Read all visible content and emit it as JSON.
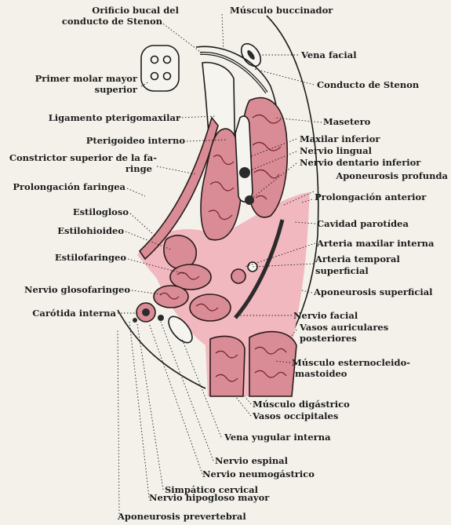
{
  "labels": {
    "orificio": "Orificio bucal del",
    "orificio2": "conducto de Stenon",
    "buccinador": "Músculo buccinador",
    "vena_facial": "Vena facial",
    "primer_molar": "Primer molar mayor",
    "primer_molar2": "superior",
    "conducto_stenon": "Conducto de Stenon",
    "ligamento": "Ligamento pterigomaxilar",
    "masetero": "Masetero",
    "pterigoideo": "Pterigoideo interno",
    "maxilar_inferior": "Maxilar inferior",
    "nervio_lingual": "Nervio lingual",
    "nervio_dentario": "Nervio dentario inferior",
    "constrictor": "Constrictor superior de la fa-",
    "constrictor2": "ringe",
    "aponeurosis_profunda": "Aponeurosis profunda",
    "prolongacion_faringea": "Prolongación faringea",
    "prolongacion_anterior": "Prolongación anterior",
    "estilogloso": "Estilogloso",
    "cavidad_parotidea": "Cavidad parotídea",
    "estilohioideo": "Estilohioideo",
    "arteria_maxilar": "Arteria maxilar interna",
    "estilofaringeo": "Estilofaringeo",
    "arteria_temporal": "Arteria temporal",
    "arteria_temporal2": "superficial",
    "nervio_glosofaringeo": "Nervio glosofaringeo",
    "aponeurosis_superficial": "Aponeurosis superficial",
    "carotida": "Carótida interna",
    "nervio_facial": "Nervio facial",
    "vasos_auriculares": "Vasos auriculares",
    "vasos_auriculares2": "posteriores",
    "esternocleido": "Músculo esternocleido-",
    "esternocleido2": "mastoideo",
    "digastrico": "Músculo digástrico",
    "vasos_occipitales": "Vasos occipitales",
    "yugular": "Vena yugular interna",
    "espinal": "Nervio espinal",
    "neumogastrico": "Nervio neumogástrico",
    "simpatico": "Simpático cervical",
    "hipogloso": "Nervio hipogloso mayor",
    "prevertebral": "Aponeurosis prevertebral"
  },
  "colors": {
    "paper": "#f3f1ea",
    "muscle": "#d98c95",
    "gland": "#f2b8c0",
    "ink": "#1c1c1c"
  }
}
